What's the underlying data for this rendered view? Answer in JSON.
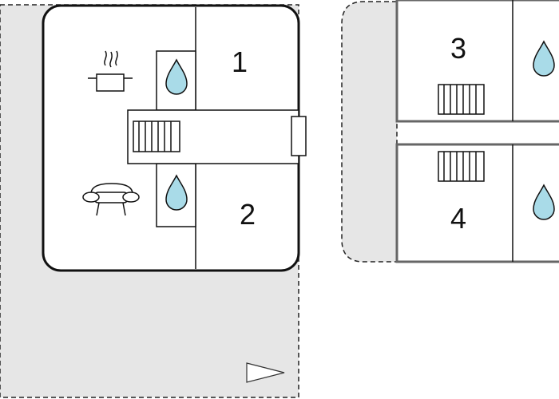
{
  "floorplan": {
    "colors": {
      "outdoor": "#e6e6e6",
      "wall": "#111111",
      "room": "#ffffff",
      "water": "#a9dbe8"
    },
    "rooms": [
      {
        "number": "1"
      },
      {
        "number": "2"
      },
      {
        "number": "3"
      },
      {
        "number": "4"
      }
    ],
    "icons": [
      "cooking-pot-icon",
      "sofa-icon",
      "water-drop-icon",
      "radiator-icon",
      "door-icon",
      "direction-arrow-icon"
    ]
  }
}
